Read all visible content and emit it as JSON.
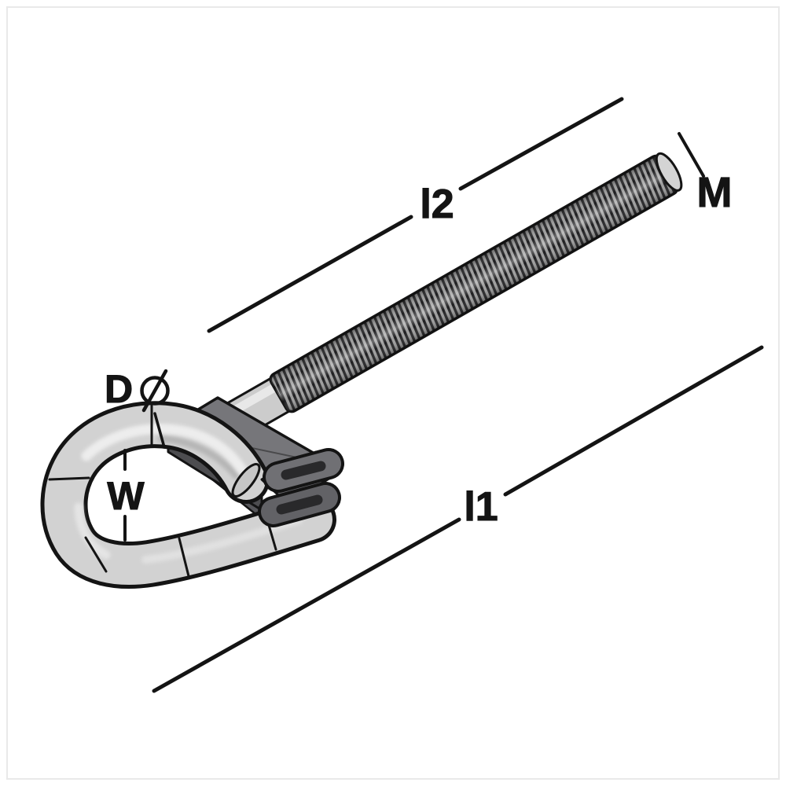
{
  "figure": {
    "kind": "dimension-drawing",
    "subject": "eye hook with clamp plate on threaded rod"
  },
  "labels": {
    "overall_length": "l1",
    "thread_length": "l2",
    "thread_size": "M",
    "material_diameter": "D",
    "eye_opening_width": "W"
  },
  "icons": {
    "diameter_symbol": "slashed-circle"
  },
  "colors": {
    "background": "#ffffff",
    "line": "#141414",
    "frame": "#e9e9e9",
    "hook_fill": "#d2d2d2",
    "hook_highlight": "#f2f2f2",
    "clamp_top": "#76767a",
    "clamp_side": "#4d4d50",
    "clamp_strap": "#56565a",
    "clamp_jaw": "#6e6e72",
    "clamp_slot": "#29292b",
    "thread_dark": "#1d1d1f",
    "thread_light": "#9c9c9c",
    "shank_fill": "#cccccc"
  }
}
